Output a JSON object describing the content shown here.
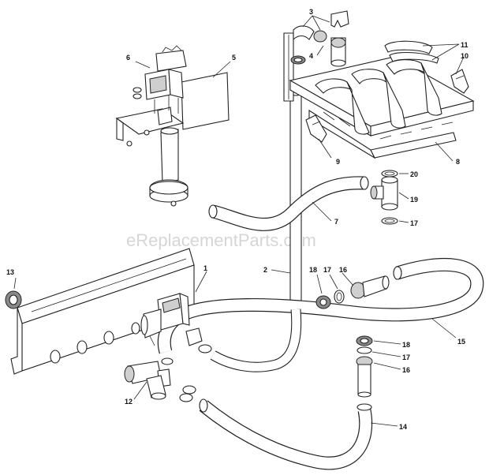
{
  "watermark": "eReplacementParts.com",
  "callouts": [
    "1",
    "2",
    "3",
    "4",
    "5",
    "6",
    "7",
    "8",
    "9",
    "10",
    "11",
    "12",
    "13",
    "14",
    "15",
    "16",
    "17",
    "18",
    "19",
    "20"
  ],
  "callout_repeats": {
    "c16b": "16",
    "c17a": "17",
    "c17b": "17",
    "c17c": "17",
    "c18b": "18"
  }
}
